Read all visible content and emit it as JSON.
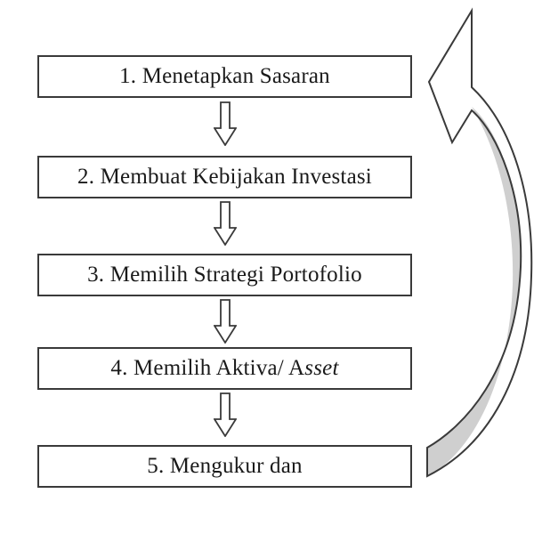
{
  "steps": [
    {
      "label": "1. Menetapkan Sasaran"
    },
    {
      "label": "2. Membuat Kebijakan Investasi"
    },
    {
      "label": "3. Memilih Strategi Portofolio"
    },
    {
      "label_main": "4. Memilih Aktiva/ A",
      "label_italic": "sset"
    },
    {
      "label": "5. Mengukur dan"
    }
  ],
  "colors": {
    "box_border": "#3a3a3a",
    "arrow_fill": "#ffffff",
    "arrow_stroke": "#3a3a3a",
    "feedback_fill_light": "#ffffff",
    "feedback_fill_shade": "#cfcfcf"
  }
}
